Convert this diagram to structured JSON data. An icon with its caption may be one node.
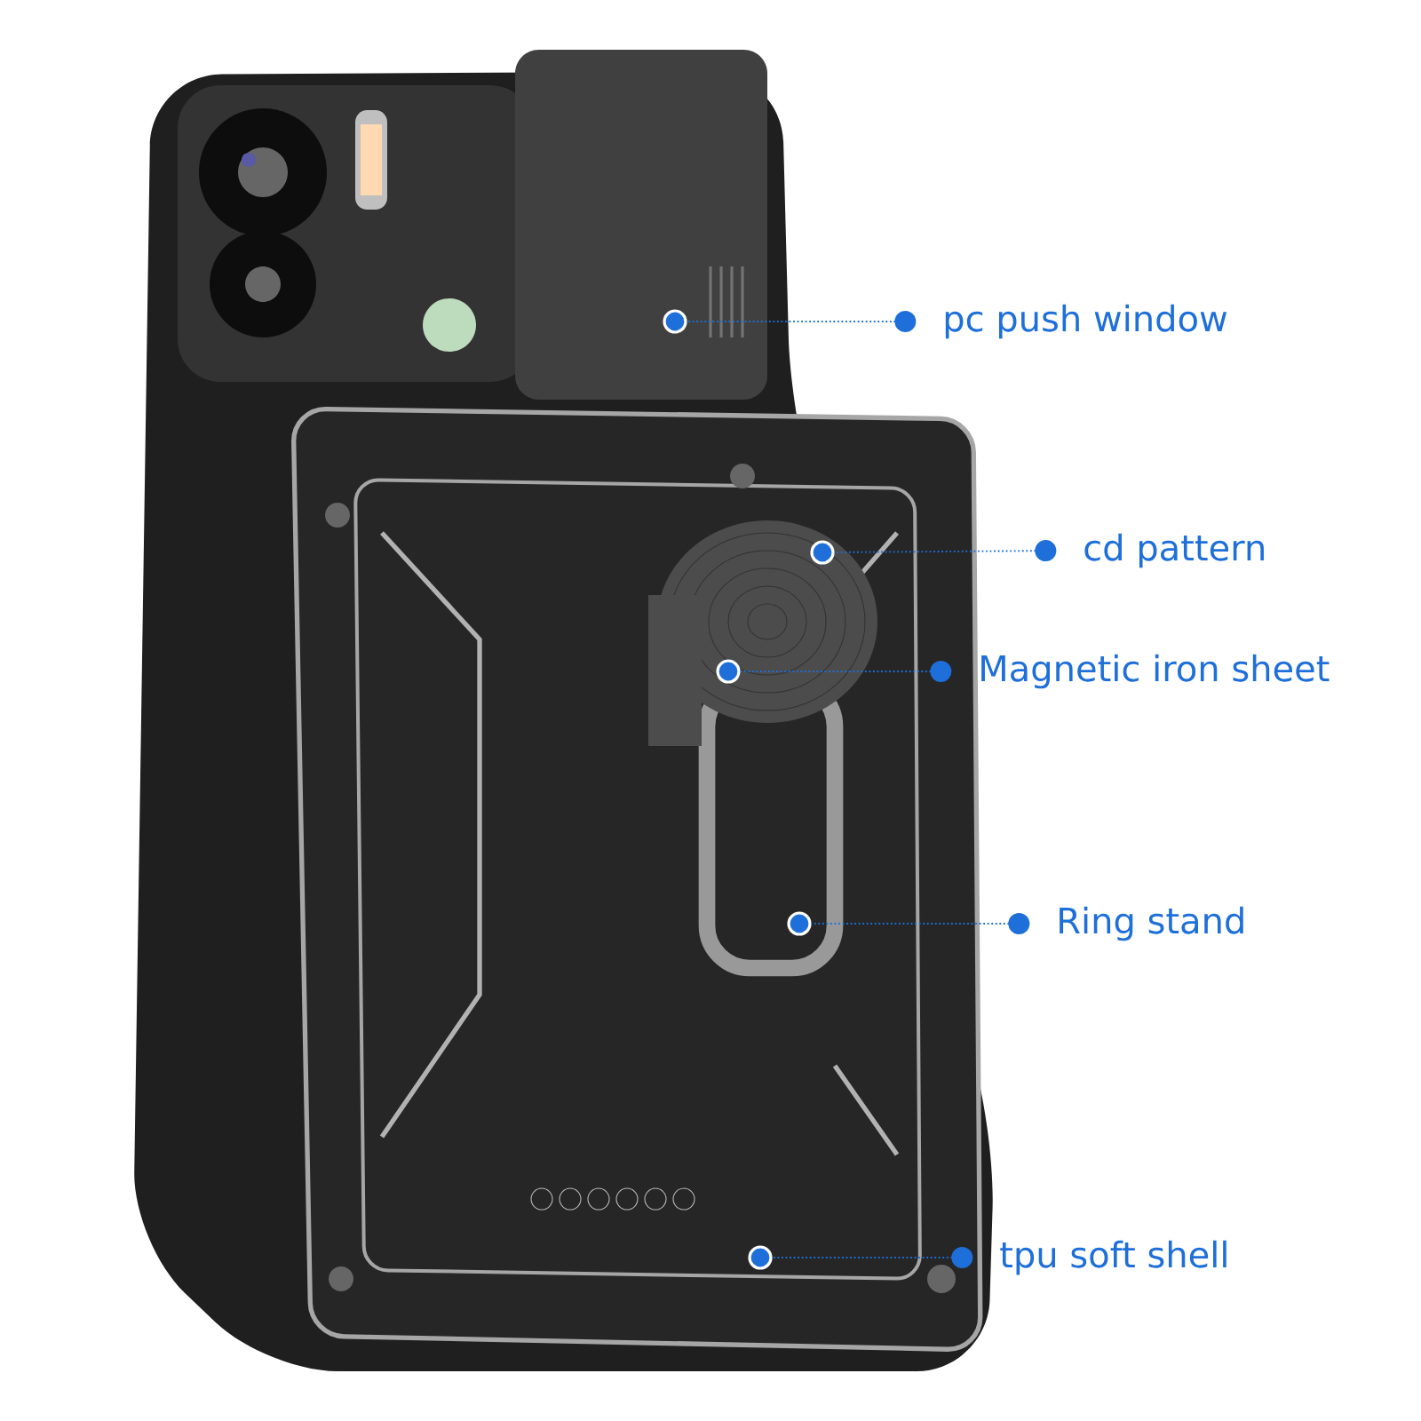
{
  "diagram": {
    "nodes": [
      {
        "text": [
          "pc push window"
        ]
      },
      {
        "text": [
          "cd pattern"
        ]
      },
      {
        "text": [
          "Magnetic iron sheet"
        ]
      },
      {
        "text": [
          "Ring stand"
        ]
      },
      {
        "text": [
          "tpu soft shell"
        ]
      },
      {
        "text": [],
        "shape": "circle"
      },
      {
        "text": [],
        "shape": "circle"
      },
      {
        "text": [],
        "shape": "circle"
      },
      {
        "text": [],
        "shape": "circle"
      },
      {
        "text": [],
        "shape": "circle"
      }
    ],
    "edges": [
      {
        "from": 0,
        "to": 5,
        "arrow": "other"
      },
      {
        "from": 1,
        "to": 6,
        "arrow": "other"
      },
      {
        "from": 2,
        "to": 7,
        "arrow": "other"
      },
      {
        "from": 3,
        "to": 8,
        "arrow": "other"
      },
      {
        "from": 4,
        "to": 9,
        "arrow": "other"
      }
    ]
  }
}
